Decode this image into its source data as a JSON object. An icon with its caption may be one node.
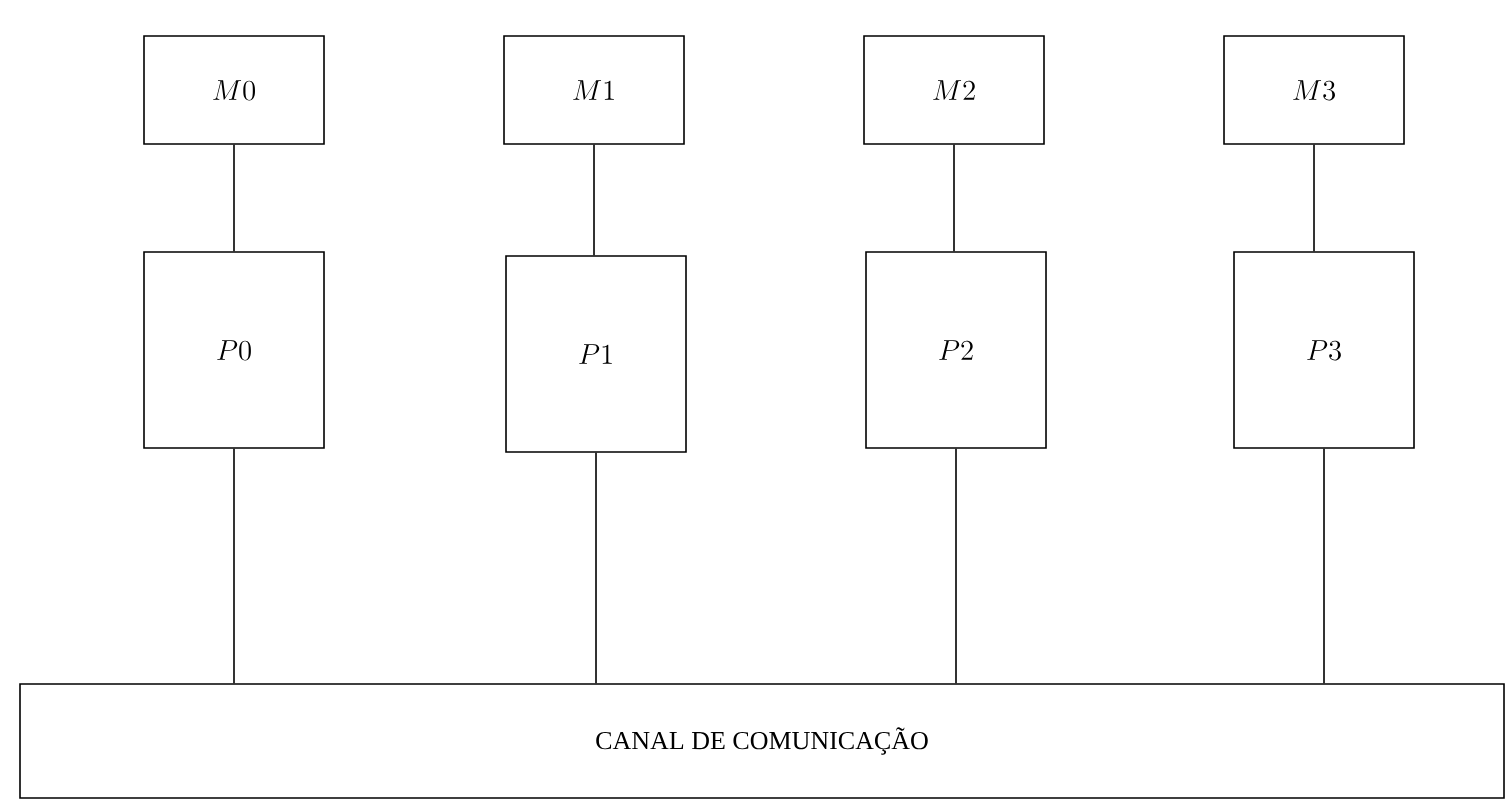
{
  "diagram": {
    "nodes": [
      {
        "text": [
          "M0"
        ]
      },
      {
        "text": [
          "M1"
        ]
      },
      {
        "text": [
          "M2"
        ]
      },
      {
        "text": [
          "M3"
        ]
      },
      {
        "text": [
          "P0"
        ]
      },
      {
        "text": [
          "P1"
        ]
      },
      {
        "text": [
          "P2"
        ]
      },
      {
        "text": [
          "P3"
        ]
      },
      {
        "text": [
          "CANAL DE COMUNICAÇÃO"
        ]
      }
    ],
    "edges": [
      {
        "from": 0,
        "to": 4,
        "arrow": "none"
      },
      {
        "from": 1,
        "to": 5,
        "arrow": "none"
      },
      {
        "from": 2,
        "to": 6,
        "arrow": "none"
      },
      {
        "from": 3,
        "to": 7,
        "arrow": "none"
      },
      {
        "from": 4,
        "to": 8,
        "arrow": "none"
      },
      {
        "from": 5,
        "to": 8,
        "arrow": "none"
      },
      {
        "from": 6,
        "to": 8,
        "arrow": "none"
      },
      {
        "from": 7,
        "to": 8,
        "arrow": "none"
      }
    ]
  }
}
